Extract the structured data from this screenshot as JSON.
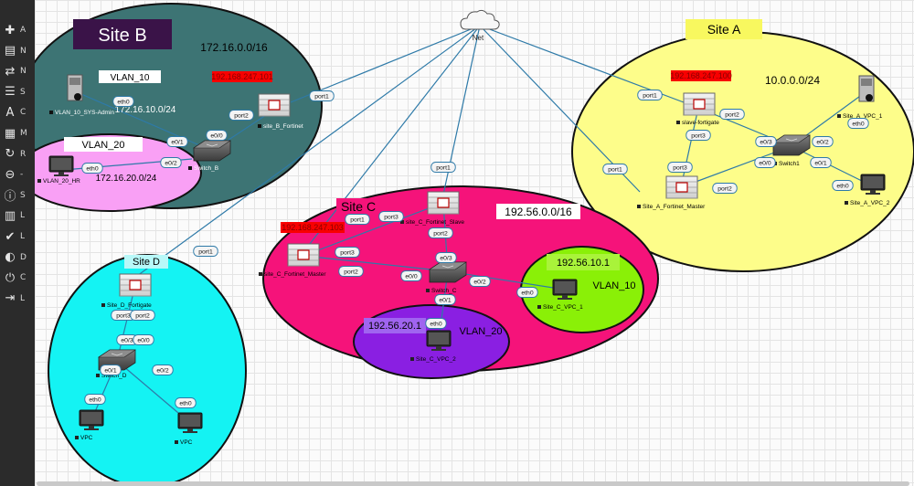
{
  "sidebar": {
    "items": [
      {
        "icon": "plus-icon",
        "glyph": "✚",
        "label": "A"
      },
      {
        "icon": "server-icon",
        "glyph": "▤",
        "label": "N"
      },
      {
        "icon": "transfer-icon",
        "glyph": "⇄",
        "label": "N"
      },
      {
        "icon": "list-icon",
        "glyph": "☰",
        "label": "S"
      },
      {
        "icon": "text-icon",
        "glyph": "A",
        "label": "C"
      },
      {
        "icon": "grid-icon",
        "glyph": "▦",
        "label": "M"
      },
      {
        "icon": "refresh-icon",
        "glyph": "↻",
        "label": "R"
      },
      {
        "icon": "zoom-out-icon",
        "glyph": "⊖",
        "label": "-"
      },
      {
        "icon": "info-icon",
        "glyph": "ⓘ",
        "label": "S"
      },
      {
        "icon": "table-icon",
        "glyph": "▥",
        "label": "L"
      },
      {
        "icon": "check-icon",
        "glyph": "✔",
        "label": "L"
      },
      {
        "icon": "moon-icon",
        "glyph": "◐",
        "label": "D"
      },
      {
        "icon": "power-icon",
        "glyph": "⏻",
        "label": "C"
      },
      {
        "icon": "logout-icon",
        "glyph": "⇥",
        "label": "L"
      }
    ]
  },
  "colors": {
    "site_b": "#3d7474",
    "site_a": "#fdfd8a",
    "site_c": "#f5137a",
    "site_d": "#14f3f3",
    "vlan_b": "#f9a0f5",
    "vlan_c10": "#8af007",
    "vlan_c20": "#8a1fe2",
    "ip_red": "#f80000",
    "link": "#2e7aa8",
    "site_b_box": "#3a1348",
    "site_a_box": "#f8f85f"
  },
  "labels": {
    "site_b": "Site B",
    "site_a": "Site A",
    "site_c": "Site C",
    "site_d": "Site D",
    "net": "Net",
    "subnet_b": "172.16.0.0/16",
    "subnet_a": "10.0.0.0/24",
    "subnet_c": "192.56.0.0/16",
    "ip_b": "192.168.247.101",
    "ip_a": "192.168.247.100",
    "ip_c": "192.168.247.103",
    "vlan10_b": "VLAN_10",
    "vlan20_b": "VLAN_20",
    "vlan10_c": "VLAN_10",
    "vlan20_c": "VLAN_20",
    "net_c10": "192.56.10.1",
    "net_c20": "192.56.20.1",
    "net_b10": "172.16.10.0/24",
    "net_b20": "172.16.20.0/24"
  },
  "nodes": {
    "vlan10_sysadmin": "VLAN_10_SYS-Admin",
    "site_b_fortinet": "site_B_Fortinet",
    "switch_b": "Switch_B",
    "vlan20_hr": "VLAN_20_HR",
    "slave_fortigate": "slave-fortigate",
    "site_a_vpc1": "Site_A_VPC_1",
    "switch1": "Switch1",
    "site_a_fortinet_master": "Site_A_Fortinet_Master",
    "site_a_vpc2": "Site_A_VPC_2",
    "site_c_fortinet_slave": "site_C_Fortinet_Slave",
    "site_c_fortinet_master": "site_C_Fortinet_Master",
    "switch_c": "Switch_C",
    "site_c_vpc1": "Site_C_VPC_1",
    "site_c_vpc2": "Site_C_VPC_2",
    "site_d_fortigate": "Site_D_Fortigate",
    "switch_d": "Switch_D",
    "vpc_d1": "VPC",
    "vpc_d2": "VPC"
  },
  "ports": {
    "p1": "port1",
    "p2": "port2",
    "p3": "port3",
    "e00": "e0/0",
    "e01": "e0/1",
    "e02": "e0/2",
    "e03": "e0/3",
    "eth0": "eth0"
  }
}
